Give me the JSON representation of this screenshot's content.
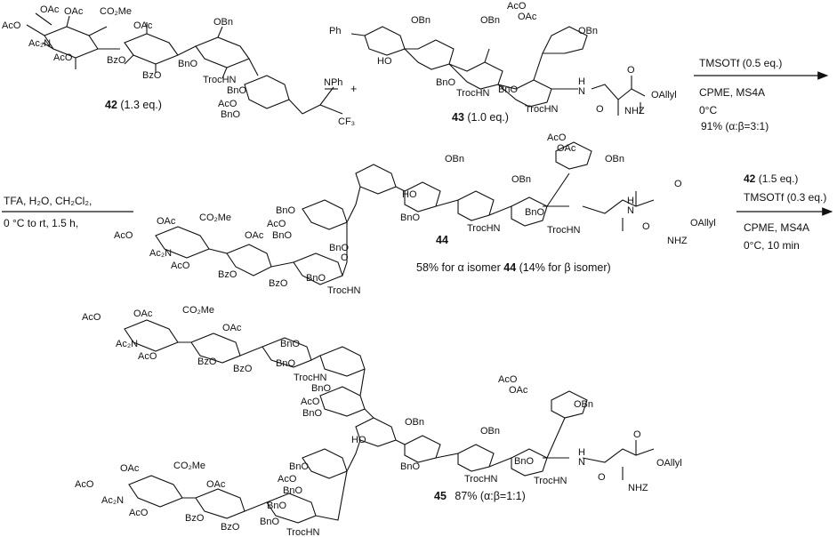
{
  "reaction1": {
    "donor": {
      "number": "42",
      "equiv": "(1.3 eq.)"
    },
    "plus": "+",
    "acceptor": {
      "number": "43",
      "equiv": "(1.0 eq.)"
    },
    "conditions": [
      "TMSOTf (0.5 eq.)",
      "CPME, MS4A",
      "0°C",
      "91% (α:β=3:1)"
    ]
  },
  "reaction2": {
    "conditions_left": [
      "TFA, H₂O, CH₂Cl₂,",
      "0 °C to rt, 1.5 h,"
    ],
    "product": {
      "number": "44"
    },
    "yield_prefix": "58% for α isomer",
    "yield_number": "44",
    "yield_suffix": "(14% for β isomer)",
    "conditions_right": {
      "reagent_number": "42",
      "reagent_equiv": "(1.5 eq.)",
      "lines": [
        "TMSOTf (0.3 eq.)",
        "CPME, MS4A",
        "0°C, 10 min"
      ]
    }
  },
  "reaction3": {
    "product": {
      "number": "45",
      "yield": "87% (α:β=1:1)"
    }
  },
  "labels": {
    "AcO": "AcO",
    "OAc": "OAc",
    "Ac2N": "Ac₂N",
    "CO2Me": "CO₂Me",
    "BzO": "BzO",
    "BnO": "BnO",
    "OBn": "OBn",
    "TrocHN": "TrocHN",
    "NPh": "NPh",
    "CF3": "CF₃",
    "Ph": "Ph",
    "HO": "HO",
    "H": "H",
    "N": "N",
    "O": "O",
    "OAllyl": "OAllyl",
    "NHZ": "NHZ"
  }
}
